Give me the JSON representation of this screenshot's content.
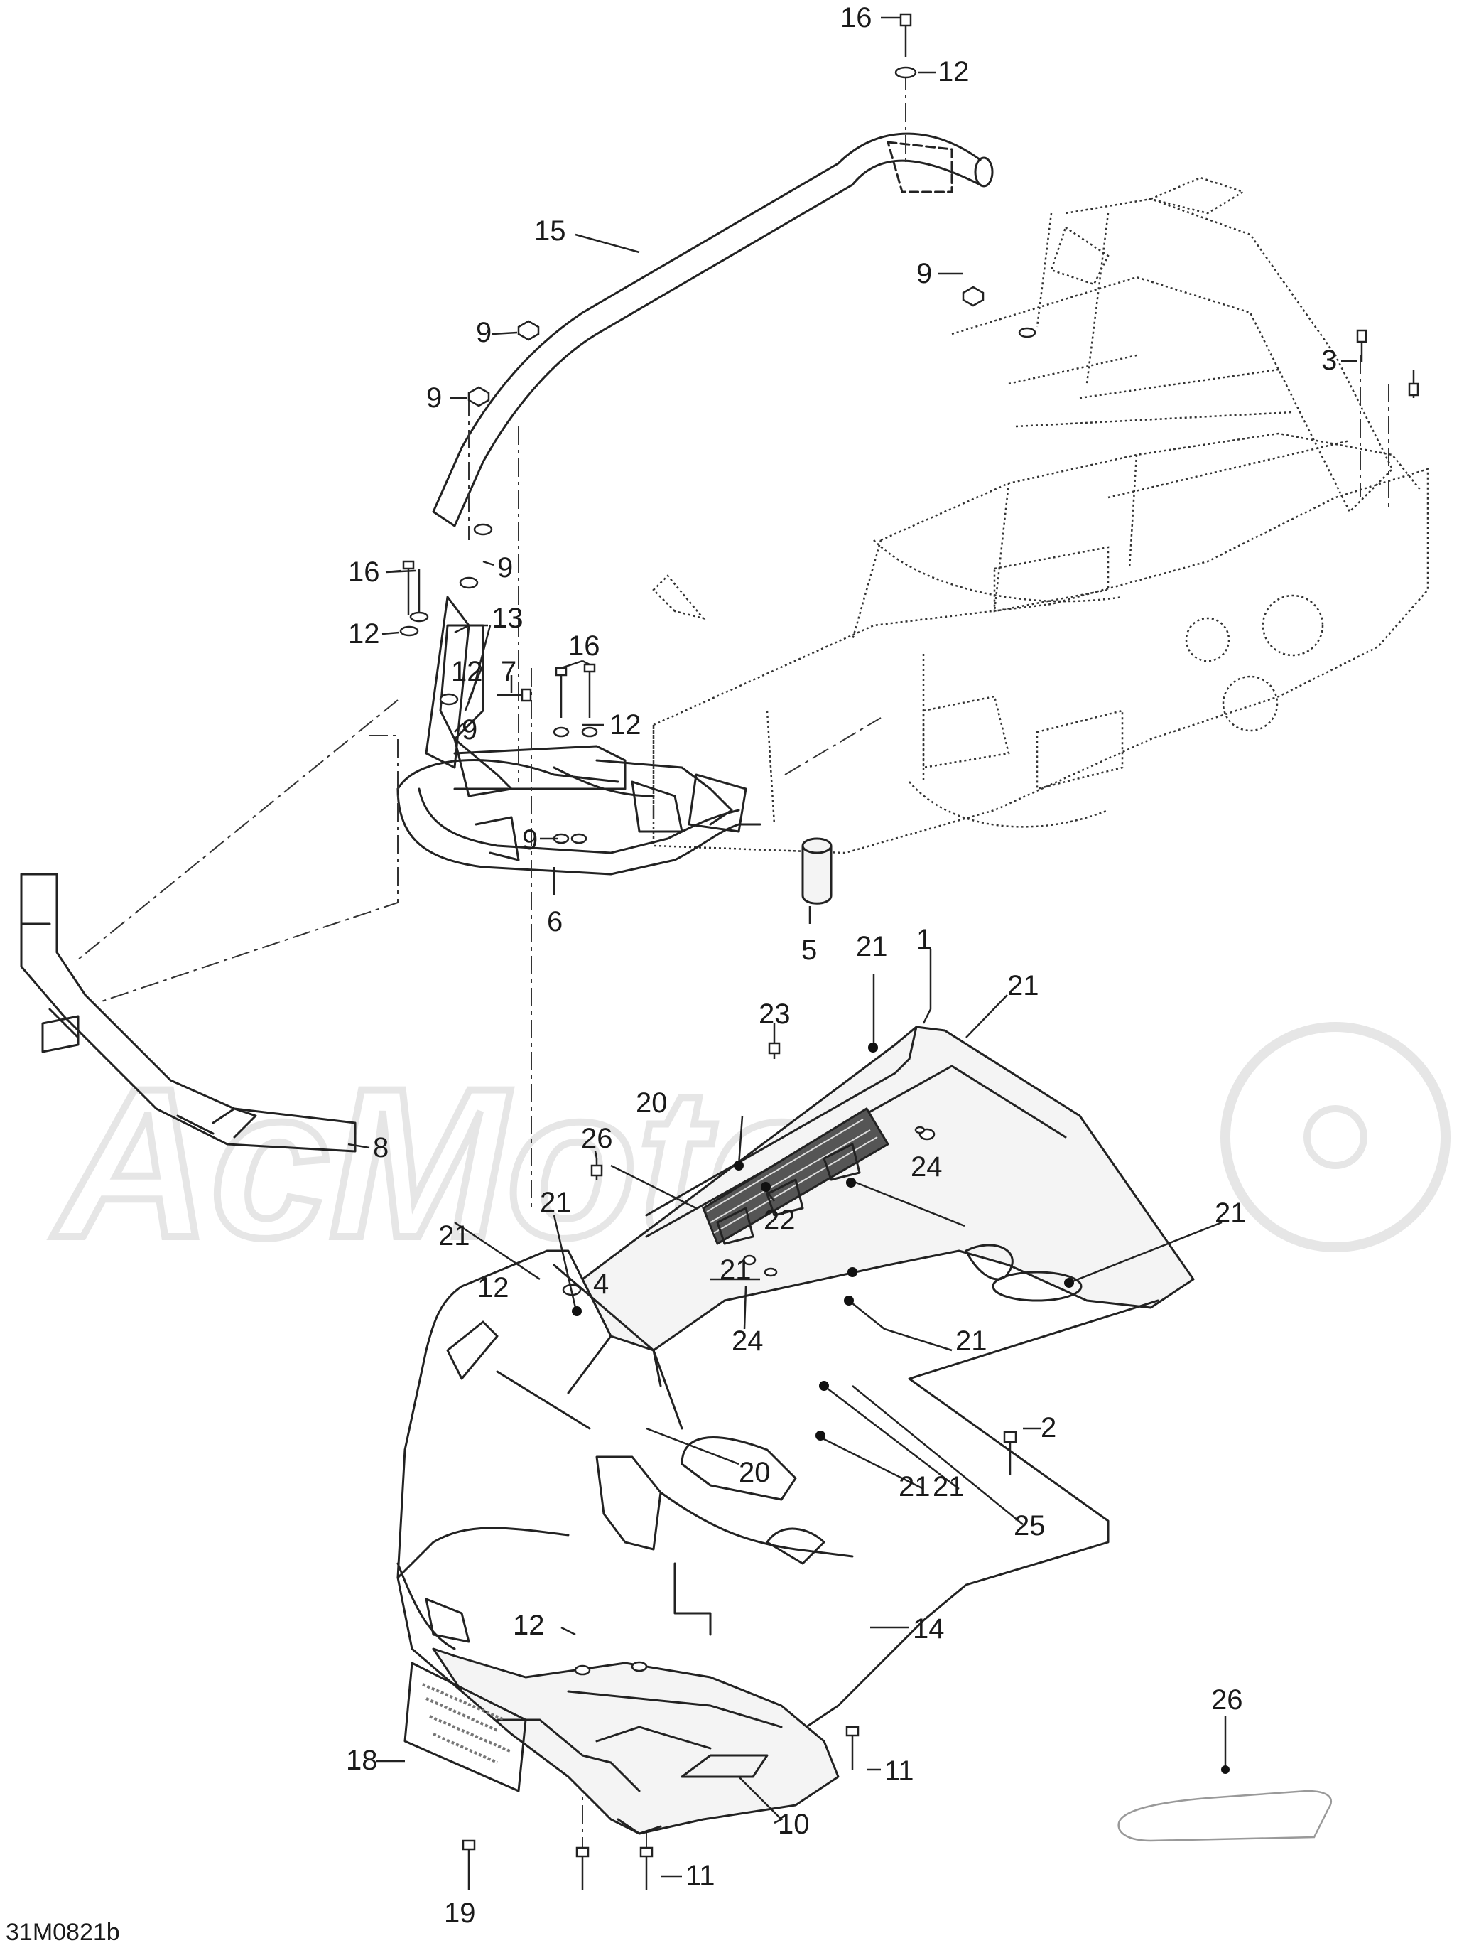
{
  "drawing_code": "31M0821b",
  "watermark": "AcMoto",
  "callouts": [
    "16",
    "12",
    "15",
    "9",
    "9",
    "9",
    "3",
    "9",
    "16",
    "12",
    "13",
    "12",
    "7",
    "16",
    "9",
    "12",
    "9",
    "6",
    "5",
    "1",
    "21",
    "21",
    "23",
    "20",
    "26",
    "24",
    "8",
    "22",
    "21",
    "21",
    "24",
    "21",
    "21",
    "12",
    "4",
    "21",
    "21",
    "20",
    "2",
    "21",
    "25",
    "14",
    "12",
    "11",
    "18",
    "11",
    "10",
    "19",
    "26"
  ]
}
